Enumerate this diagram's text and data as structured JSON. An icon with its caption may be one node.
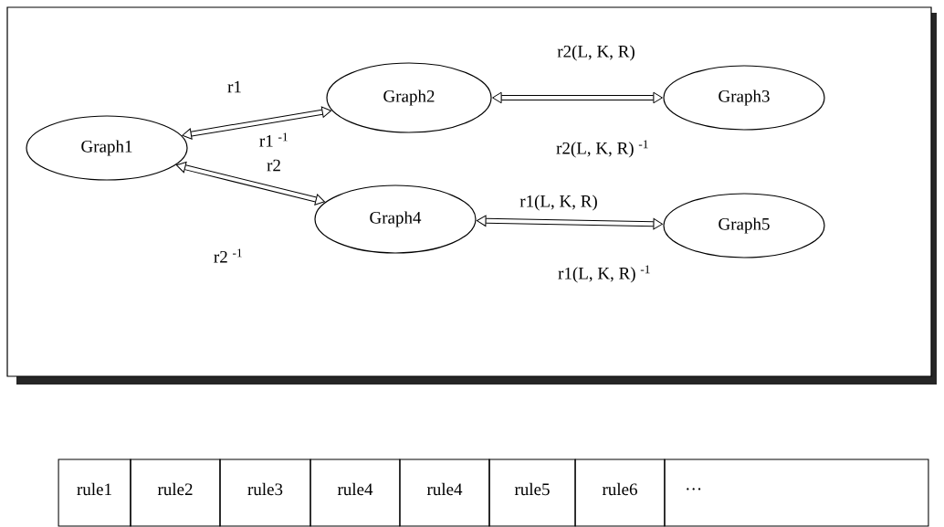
{
  "diagram": {
    "nodes": [
      {
        "text": [],
        "shape": "box"
      },
      {
        "text": [
          "Graph1"
        ],
        "in": 0
      },
      {
        "text": [
          "Graph2"
        ],
        "in": 0
      },
      {
        "text": [
          "Graph3"
        ],
        "in": 0
      },
      {
        "text": [
          "Graph4"
        ],
        "in": 0
      },
      {
        "text": [
          "Graph5"
        ],
        "in": 0
      }
    ],
    "edges": [
      {
        "from": 1,
        "to": 2,
        "arrow": "both",
        "label": "r1"
      },
      {
        "from": 1,
        "to": 4,
        "arrow": "both",
        "label": "r2"
      },
      {
        "from": 2,
        "to": 3,
        "arrow": "both",
        "label": "r2(L, K, R)"
      },
      {
        "from": 4,
        "to": 5,
        "arrow": "both",
        "label": "r1(L, K, R)"
      }
    ],
    "labels": [
      "r1 $^{-1}$",
      "r2 $^{-1}$",
      "r2(L, K, R) $^{-1}$",
      "r1(L, K, R) $^{-1}$",
      "rule1",
      "rule2",
      "rule3",
      "rule4",
      "rule4",
      "rule5",
      "rule6",
      "…"
    ]
  }
}
